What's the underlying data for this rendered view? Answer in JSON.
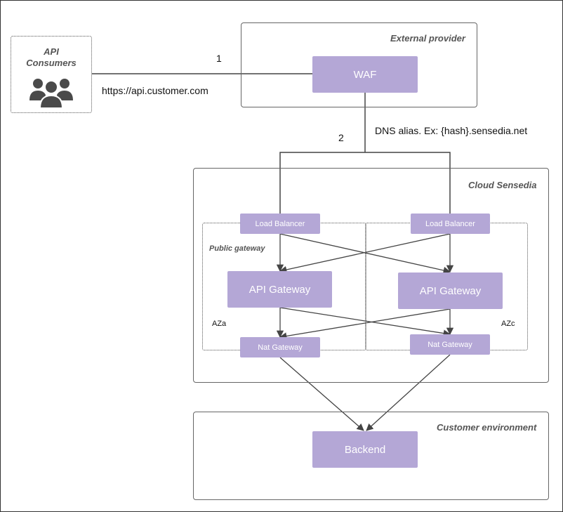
{
  "consumers": {
    "label": "API\nConsumers",
    "icon": "users-icon"
  },
  "external_provider": {
    "title": "External provider",
    "waf": "WAF"
  },
  "cloud": {
    "title": "Cloud Sensedia",
    "public_gateway": "Public gateway",
    "az_left": "AZa",
    "az_right": "AZc",
    "lb_left": "Load Balancer",
    "lb_right": "Load Balancer",
    "gw_left": "API Gateway",
    "gw_right": "API Gateway",
    "nat_left": "Nat Gateway",
    "nat_right": "Nat Gateway"
  },
  "customer": {
    "title": "Customer environment",
    "backend": "Backend"
  },
  "edges": {
    "step1": "1",
    "url": "https://api.customer.com",
    "step2": "2",
    "dns": "DNS alias. Ex: {hash}.sensedia.net"
  },
  "colors": {
    "box_fill": "#b4a7d6",
    "line": "#444444",
    "frame": "#666666"
  }
}
